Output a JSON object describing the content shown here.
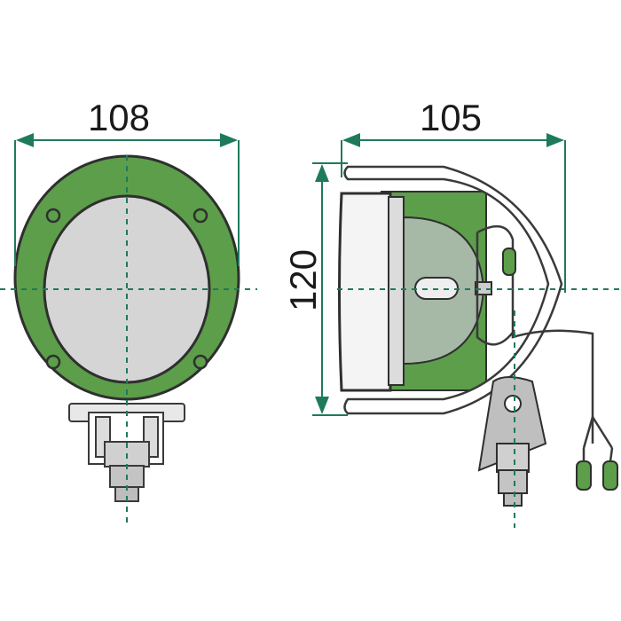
{
  "dimensions": {
    "front_width": "108",
    "side_depth": "105",
    "side_height": "120"
  },
  "colors": {
    "housing_green": "#5c9e4a",
    "lens_grey": "#d5d5d5",
    "metal_grey": "#c8c8c8",
    "arrow_teal": "#1f7a5c",
    "outline": "#3a3a3a"
  },
  "icons": {
    "front_view": "work-light-front-view",
    "side_view": "work-light-side-view"
  }
}
